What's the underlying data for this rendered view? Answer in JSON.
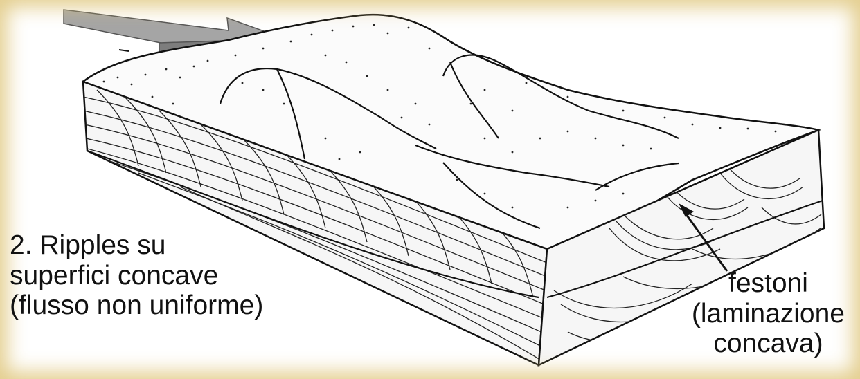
{
  "caption": {
    "lines": [
      "2. Ripples su",
      "superfici concave",
      "(flusso non uniforme)"
    ]
  },
  "annotation": {
    "lines": [
      "festoni",
      "(laminazione",
      "concava)"
    ]
  },
  "flow_arrow": {
    "color": "#9a9a9a",
    "meaning": "flow-direction"
  },
  "frame_color": "#dec478"
}
